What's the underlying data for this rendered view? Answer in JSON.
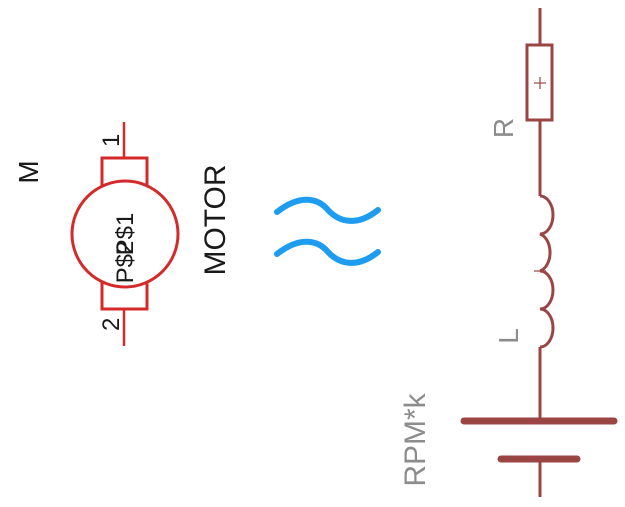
{
  "colors": {
    "motor_symbol": "#d42a2a",
    "model_symbol": "#9b4444",
    "label_dark": "#1a1a1a",
    "label_gray": "#8c8c8c",
    "equivalence": "#1e9cf0"
  },
  "motor": {
    "name_label": "M",
    "pin1_label": "1",
    "pin2_label": "2",
    "part_label": "P$1",
    "part_label_overlap": "P$2",
    "value_label": "MOTOR"
  },
  "equivalence_symbol": "approximately-equal",
  "model": {
    "resistor_label": "R",
    "inductor_label": "L",
    "source_label": "RPM*k"
  }
}
